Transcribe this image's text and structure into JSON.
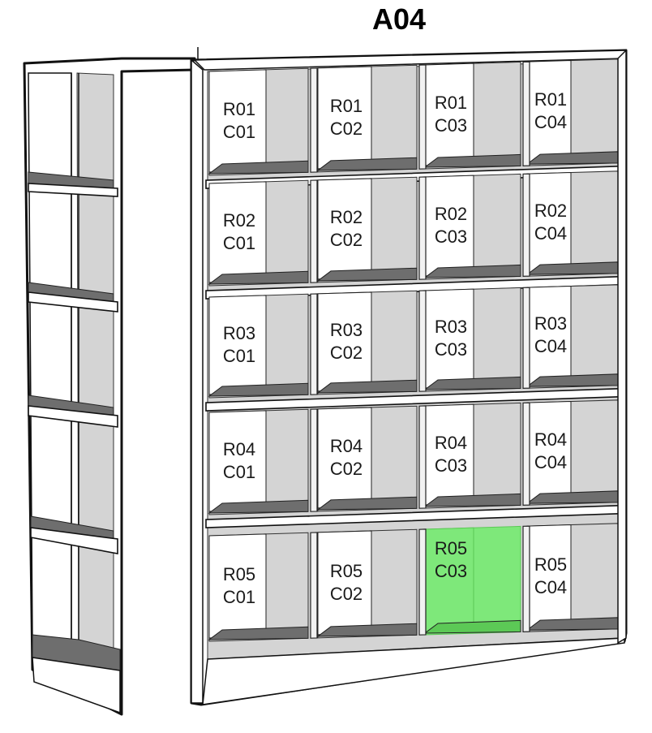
{
  "title": "A04",
  "rows": [
    {
      "bins": [
        {
          "row": "R01",
          "col": "C01",
          "highlighted": false
        },
        {
          "row": "R01",
          "col": "C02",
          "highlighted": false
        },
        {
          "row": "R01",
          "col": "C03",
          "highlighted": false
        },
        {
          "row": "R01",
          "col": "C04",
          "highlighted": false
        }
      ]
    },
    {
      "bins": [
        {
          "row": "R02",
          "col": "C01",
          "highlighted": false
        },
        {
          "row": "R02",
          "col": "C02",
          "highlighted": false
        },
        {
          "row": "R02",
          "col": "C03",
          "highlighted": false
        },
        {
          "row": "R02",
          "col": "C04",
          "highlighted": false
        }
      ]
    },
    {
      "bins": [
        {
          "row": "R03",
          "col": "C01",
          "highlighted": false
        },
        {
          "row": "R03",
          "col": "C02",
          "highlighted": false
        },
        {
          "row": "R03",
          "col": "C03",
          "highlighted": false
        },
        {
          "row": "R03",
          "col": "C04",
          "highlighted": false
        }
      ]
    },
    {
      "bins": [
        {
          "row": "R04",
          "col": "C01",
          "highlighted": false
        },
        {
          "row": "R04",
          "col": "C02",
          "highlighted": false
        },
        {
          "row": "R04",
          "col": "C03",
          "highlighted": false
        },
        {
          "row": "R04",
          "col": "C04",
          "highlighted": false
        }
      ]
    },
    {
      "bins": [
        {
          "row": "R05",
          "col": "C01",
          "highlighted": false
        },
        {
          "row": "R05",
          "col": "C02",
          "highlighted": false
        },
        {
          "row": "R05",
          "col": "C03",
          "highlighted": true
        },
        {
          "row": "R05",
          "col": "C04",
          "highlighted": false
        }
      ]
    }
  ],
  "colors": {
    "highlight": "#7ee87a",
    "highlight_dark": "#5cc956",
    "shelf_floor": "#6e6e6e",
    "back_panel": "#d4d4d4"
  }
}
